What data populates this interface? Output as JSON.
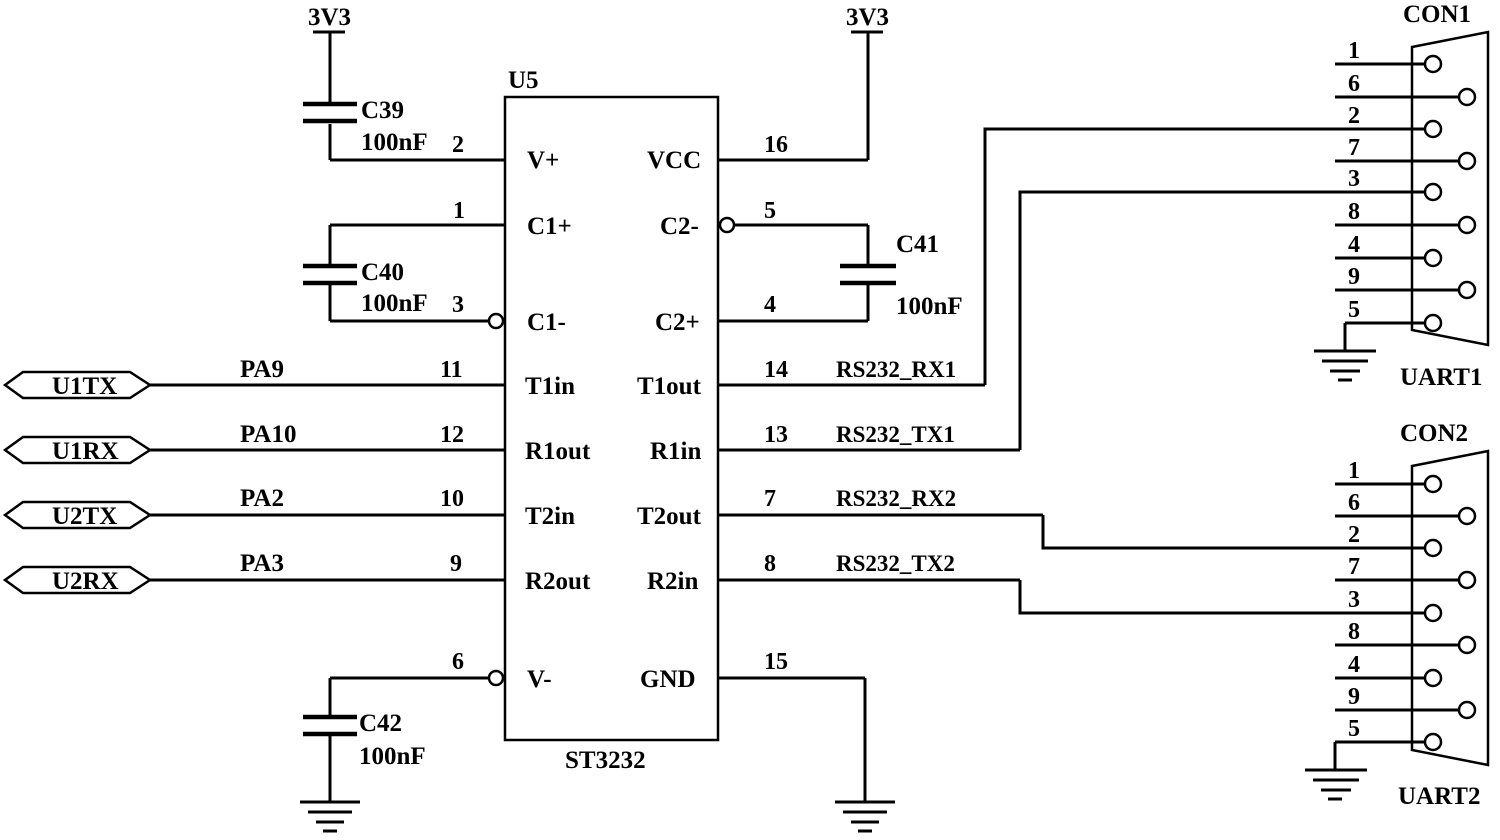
{
  "chip": {
    "ref": "U5",
    "part": "ST3232",
    "left_pins": [
      {
        "num": "2",
        "name": "V+"
      },
      {
        "num": "1",
        "name": "C1+"
      },
      {
        "num": "3",
        "name": "C1-"
      },
      {
        "num": "11",
        "name": "T1in"
      },
      {
        "num": "12",
        "name": "R1out"
      },
      {
        "num": "10",
        "name": "T2in"
      },
      {
        "num": "9",
        "name": "R2out"
      },
      {
        "num": "6",
        "name": "V-"
      }
    ],
    "right_pins": [
      {
        "num": "16",
        "name": "VCC"
      },
      {
        "num": "5",
        "name": "C2-"
      },
      {
        "num": "4",
        "name": "C2+"
      },
      {
        "num": "14",
        "name": "T1out"
      },
      {
        "num": "13",
        "name": "R1in"
      },
      {
        "num": "7",
        "name": "T2out"
      },
      {
        "num": "8",
        "name": "R2in"
      },
      {
        "num": "15",
        "name": "GND"
      }
    ]
  },
  "power": {
    "left": "3V3",
    "right": "3V3"
  },
  "capacitors": [
    {
      "ref": "C39",
      "value": "100nF"
    },
    {
      "ref": "C40",
      "value": "100nF"
    },
    {
      "ref": "C41",
      "value": "100nF"
    },
    {
      "ref": "C42",
      "value": "100nF"
    }
  ],
  "ports": [
    {
      "name": "U1TX",
      "net": "PA9"
    },
    {
      "name": "U1RX",
      "net": "PA10"
    },
    {
      "name": "U2TX",
      "net": "PA2"
    },
    {
      "name": "U2RX",
      "net": "PA3"
    }
  ],
  "rs232_nets": [
    "RS232_RX1",
    "RS232_TX1",
    "RS232_RX2",
    "RS232_TX2"
  ],
  "connectors": [
    {
      "ref": "CON1",
      "name": "UART1",
      "pins": [
        "1",
        "6",
        "2",
        "7",
        "3",
        "8",
        "4",
        "9",
        "5"
      ]
    },
    {
      "ref": "CON2",
      "name": "UART2",
      "pins": [
        "1",
        "6",
        "2",
        "7",
        "3",
        "8",
        "4",
        "9",
        "5"
      ]
    }
  ]
}
